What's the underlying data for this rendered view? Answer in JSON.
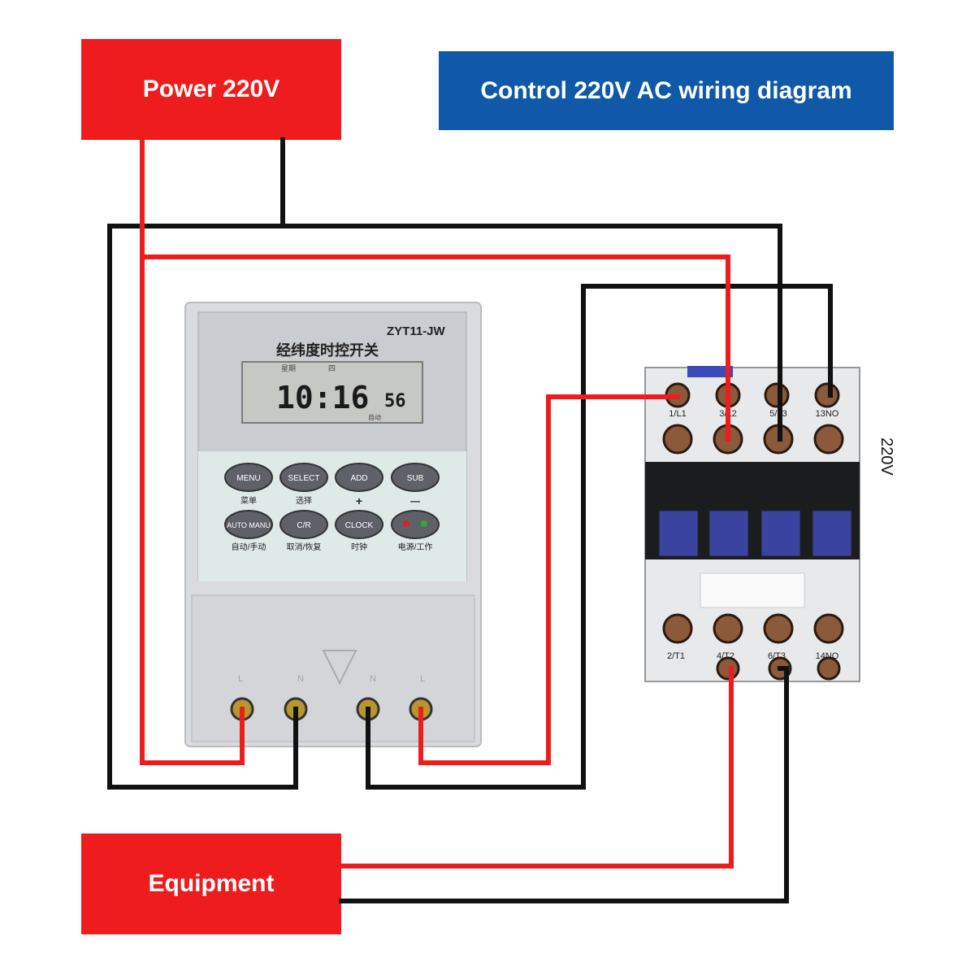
{
  "labels": {
    "power": "Power 220V",
    "title": "Control 220V AC wiring diagram",
    "equipment": "Equipment",
    "coil_voltage": "220V"
  },
  "timer": {
    "model": "ZYT11-JW",
    "name_cn": "经纬度时控开关",
    "display_top_left": "星期",
    "display_top_mid": "四",
    "display_time": "10:16",
    "display_seconds": "56",
    "display_mode": "自动",
    "buttons": [
      {
        "label": "MENU",
        "caption": "菜单"
      },
      {
        "label": "SELECT",
        "caption": "选择"
      },
      {
        "label": "ADD",
        "caption": "+"
      },
      {
        "label": "SUB",
        "caption": "—"
      },
      {
        "label": "AUTO MANU",
        "caption": "自动/手动"
      },
      {
        "label": "C/R",
        "caption": "取消/恢复"
      },
      {
        "label": "CLOCK",
        "caption": "时钟"
      },
      {
        "label": "",
        "caption": "电源/工作"
      }
    ],
    "terminals": [
      "L",
      "N",
      "N",
      "L"
    ]
  },
  "contactor": {
    "top_terminals": [
      "1/L1",
      "3/L2",
      "5/L3",
      "13NO"
    ],
    "bottom_terminals": [
      "2/T1",
      "4/T2",
      "6/T3",
      "14NO"
    ]
  },
  "colors": {
    "red_box": "#ee1c1c",
    "blue_box": "#1059a8",
    "live_wire": "#ee1c1c",
    "neutral_wire": "#111111"
  }
}
